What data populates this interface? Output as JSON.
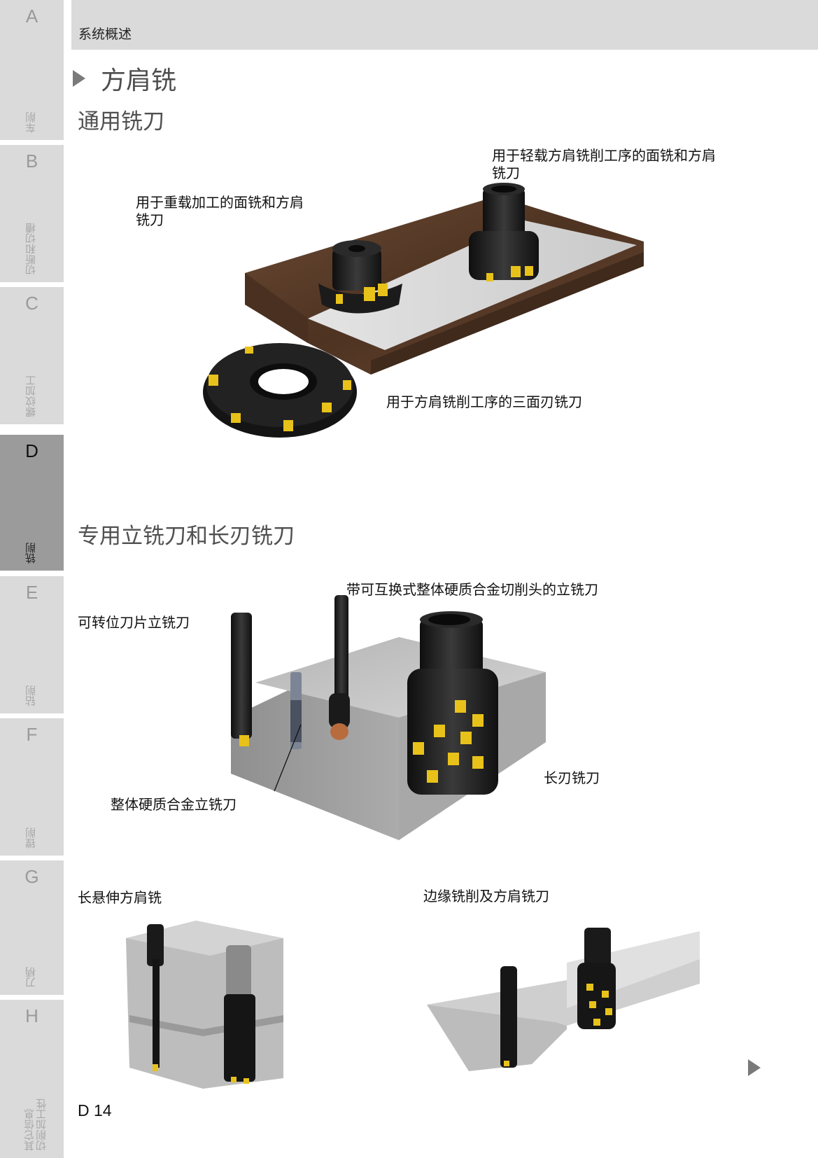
{
  "sidebar": {
    "tabs": [
      {
        "letter": "A",
        "label": "车削",
        "active": false
      },
      {
        "letter": "B",
        "label": "切断和切槽",
        "active": false
      },
      {
        "letter": "C",
        "label": "螺纹加工",
        "active": false
      },
      {
        "letter": "D",
        "label": "铣削",
        "active": true
      },
      {
        "letter": "E",
        "label": "钻削",
        "active": false
      },
      {
        "letter": "F",
        "label": "镗削",
        "active": false
      },
      {
        "letter": "G",
        "label": "刀柄",
        "active": false
      },
      {
        "letter": "H",
        "label_line1": "切削加工性",
        "label_line2": "其它信息",
        "active": false
      }
    ]
  },
  "header": {
    "breadcrumb": "系统概述",
    "title": "方肩铣"
  },
  "sections": {
    "general": {
      "heading": "通用铣刀",
      "labels": {
        "heavy": [
          "用于重载加工的面铣和方肩",
          "铣刀"
        ],
        "light": [
          "用于轻载方肩铣削工序的面铣和方肩",
          "铣刀"
        ],
        "side": "用于方肩铣削工序的三面刃铣刀"
      }
    },
    "special": {
      "heading": "专用立铣刀和长刃铣刀",
      "labels": {
        "exchangeable": "带可互换式整体硬质合金切削头的立铣刀",
        "indexable": "可转位刀片立铣刀",
        "solid": "整体硬质合金立铣刀",
        "long_edge": "长刃铣刀"
      }
    },
    "long_overhang": {
      "label": "长悬伸方肩铣"
    },
    "edging": {
      "label": "边缘铣削及方肩铣刀"
    }
  },
  "footer": {
    "page_number": "D 14",
    "next_icon": "triangle-right-icon"
  },
  "colors": {
    "tab_bg": "#dadada",
    "tab_active_bg": "#9b9b9b",
    "insert_yellow": "#e8c21a",
    "tool_black": "#1b1b1b",
    "rust": "#5a3a24",
    "steel": "#b8b8b8"
  }
}
